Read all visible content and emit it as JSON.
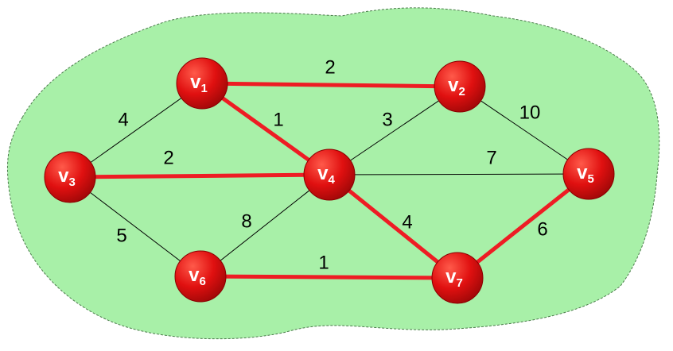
{
  "colors": {
    "background": "#ffffff",
    "region_fill": "#a8f0a8",
    "region_border": "#4a7a4a",
    "node_fill": "#e01010",
    "node_text": "#ffffff",
    "mst_edge": "#ee1c24",
    "plain_edge": "#000000",
    "label_text": "#000000"
  },
  "nodes": [
    {
      "id": "v1",
      "main": "v",
      "sub": "1"
    },
    {
      "id": "v2",
      "main": "v",
      "sub": "2"
    },
    {
      "id": "v3",
      "main": "v",
      "sub": "3"
    },
    {
      "id": "v4",
      "main": "v",
      "sub": "4"
    },
    {
      "id": "v5",
      "main": "v",
      "sub": "5"
    },
    {
      "id": "v6",
      "main": "v",
      "sub": "6"
    },
    {
      "id": "v7",
      "main": "v",
      "sub": "7"
    }
  ],
  "edges": [
    {
      "from": "v1",
      "to": "v2",
      "weight": "2",
      "highlighted": true
    },
    {
      "from": "v1",
      "to": "v4",
      "weight": "1",
      "highlighted": true
    },
    {
      "from": "v1",
      "to": "v3",
      "weight": "4",
      "highlighted": false
    },
    {
      "from": "v3",
      "to": "v4",
      "weight": "2",
      "highlighted": true
    },
    {
      "from": "v3",
      "to": "v6",
      "weight": "5",
      "highlighted": false
    },
    {
      "from": "v2",
      "to": "v4",
      "weight": "3",
      "highlighted": false
    },
    {
      "from": "v2",
      "to": "v5",
      "weight": "10",
      "highlighted": false
    },
    {
      "from": "v4",
      "to": "v5",
      "weight": "7",
      "highlighted": false
    },
    {
      "from": "v4",
      "to": "v6",
      "weight": "8",
      "highlighted": false
    },
    {
      "from": "v4",
      "to": "v7",
      "weight": "4",
      "highlighted": true
    },
    {
      "from": "v6",
      "to": "v7",
      "weight": "1",
      "highlighted": true
    },
    {
      "from": "v7",
      "to": "v5",
      "weight": "6",
      "highlighted": true
    }
  ]
}
